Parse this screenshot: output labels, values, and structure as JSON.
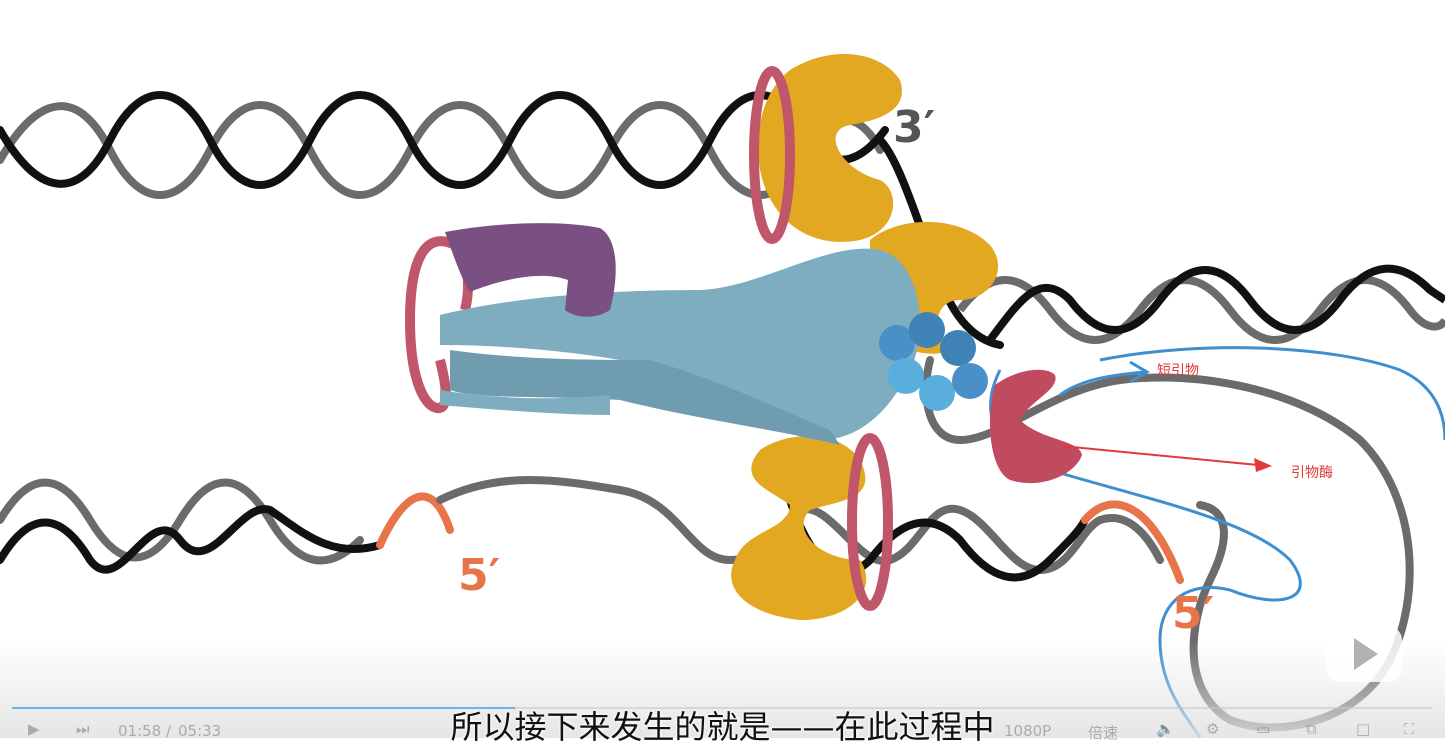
{
  "diagram": {
    "label_3prime": "3′",
    "label_5prime_left": "5′",
    "label_5prime_right": "5′",
    "annotation_short_primer": "短引物",
    "annotation_primase": "引物酶",
    "colors": {
      "strand_black": "#111111",
      "strand_grey": "#6b6b6b",
      "primer_orange": "#e8744a",
      "helicase_yellow": "#e3a822",
      "clamp_pink": "#c0566a",
      "polymerase_blue": "#7fadc0",
      "clamp_loader_purple": "#7a4f82",
      "primase_red": "#c04a5e",
      "new_strand_blue": "#3f8fd0",
      "annotation_red": "#e03a3a"
    }
  },
  "player": {
    "subtitle": "所以接下来发生的就是——在此过程中",
    "current_time": "01:58",
    "separator": "/",
    "total_time": "05:33",
    "progress_fraction": 0.354,
    "quality_label": "1080P",
    "speed_label": "倍速",
    "icons": [
      "play-icon",
      "next-icon",
      "volume-icon",
      "settings-icon",
      "widescreen-icon",
      "pip-icon",
      "fullscreen-icon",
      "bilibili-tv-icon"
    ]
  }
}
